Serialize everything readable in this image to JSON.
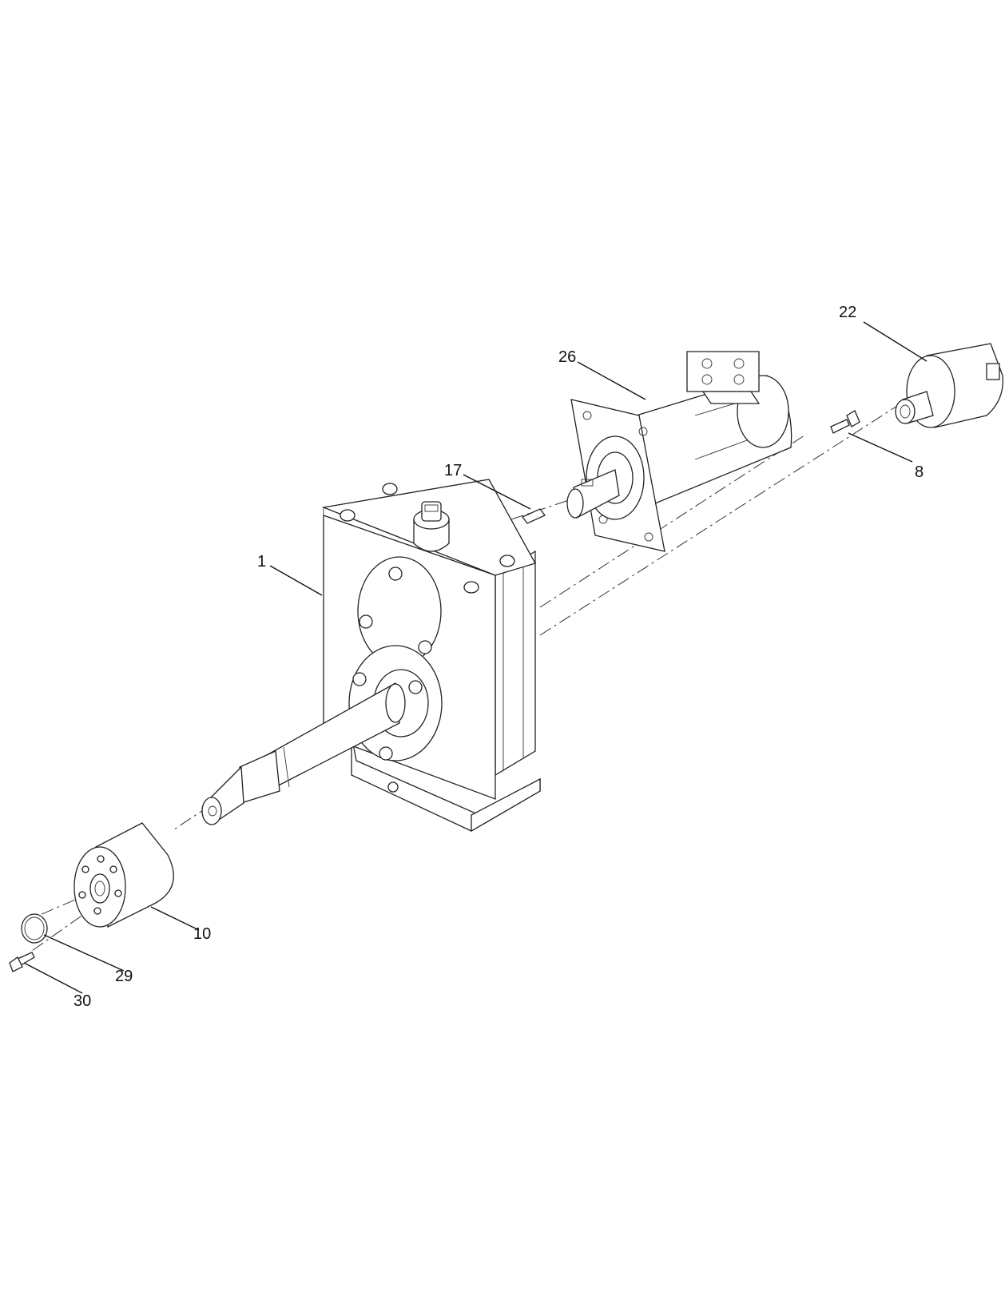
{
  "callouts": [
    {
      "id": "1",
      "label": "1"
    },
    {
      "id": "8",
      "label": "8"
    },
    {
      "id": "10",
      "label": "10"
    },
    {
      "id": "17",
      "label": "17"
    },
    {
      "id": "22",
      "label": "22"
    },
    {
      "id": "26",
      "label": "26"
    },
    {
      "id": "29",
      "label": "29"
    },
    {
      "id": "30",
      "label": "30"
    }
  ]
}
